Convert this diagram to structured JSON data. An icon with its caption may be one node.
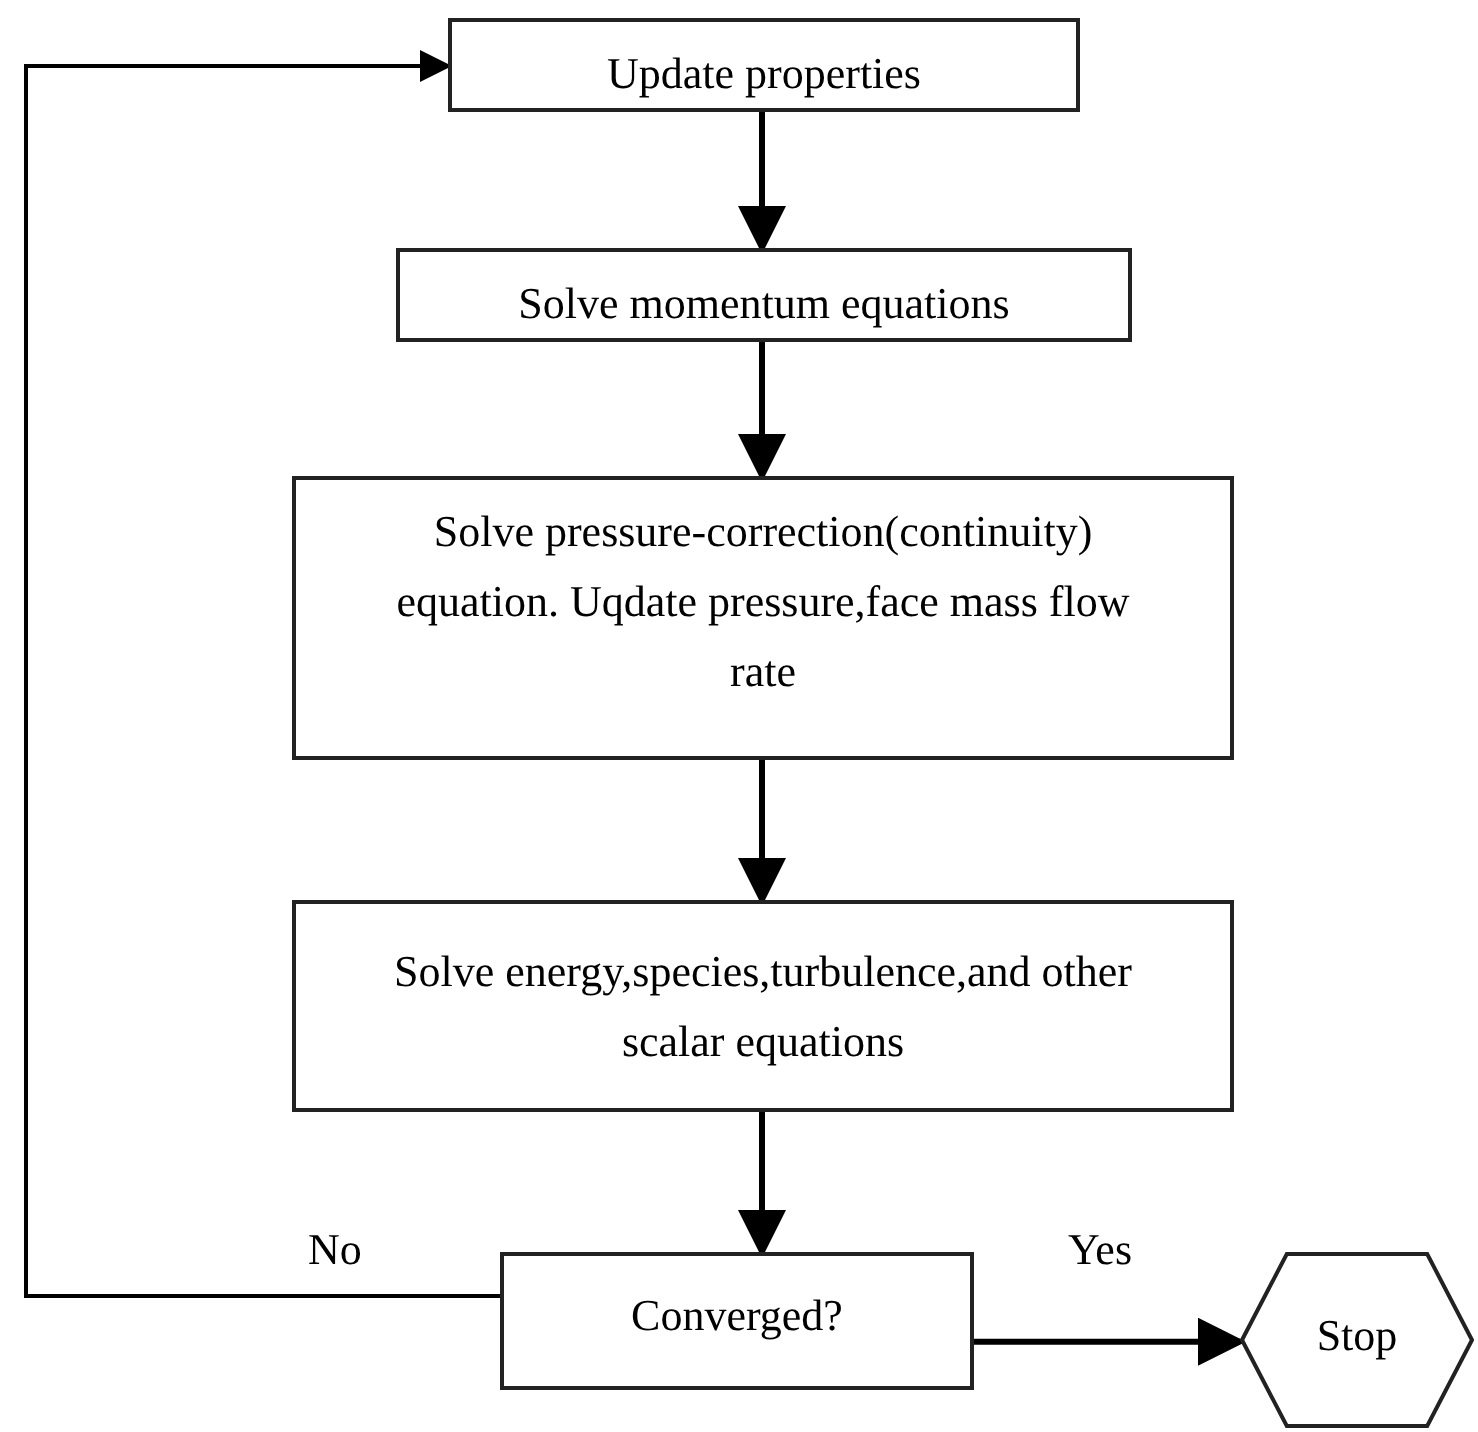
{
  "diagram": {
    "nodes": [
      {
        "text": [
          "Update properties"
        ]
      },
      {
        "text": [
          "Solve momentum equations"
        ]
      },
      {
        "text": [
          "Solve pressure-correction(continuity) equation. Uqdate pressure,face mass flow rate"
        ]
      },
      {
        "text": [
          "Solve energy,species,turbulence,and other scalar equations"
        ]
      },
      {
        "text": [
          "Converged?"
        ]
      },
      {
        "text": [
          "Stop"
        ]
      }
    ],
    "edges": [
      {
        "from": 0,
        "to": 1,
        "arrow": "to"
      },
      {
        "from": 1,
        "to": 2,
        "arrow": "to"
      },
      {
        "from": 2,
        "to": 3,
        "arrow": "to"
      },
      {
        "from": 3,
        "to": 4,
        "arrow": "to"
      },
      {
        "from": 4,
        "to": 5,
        "arrow": "to",
        "label": "Yes"
      },
      {
        "from": 4,
        "to": 0,
        "arrow": "to",
        "label": "No"
      }
    ]
  }
}
